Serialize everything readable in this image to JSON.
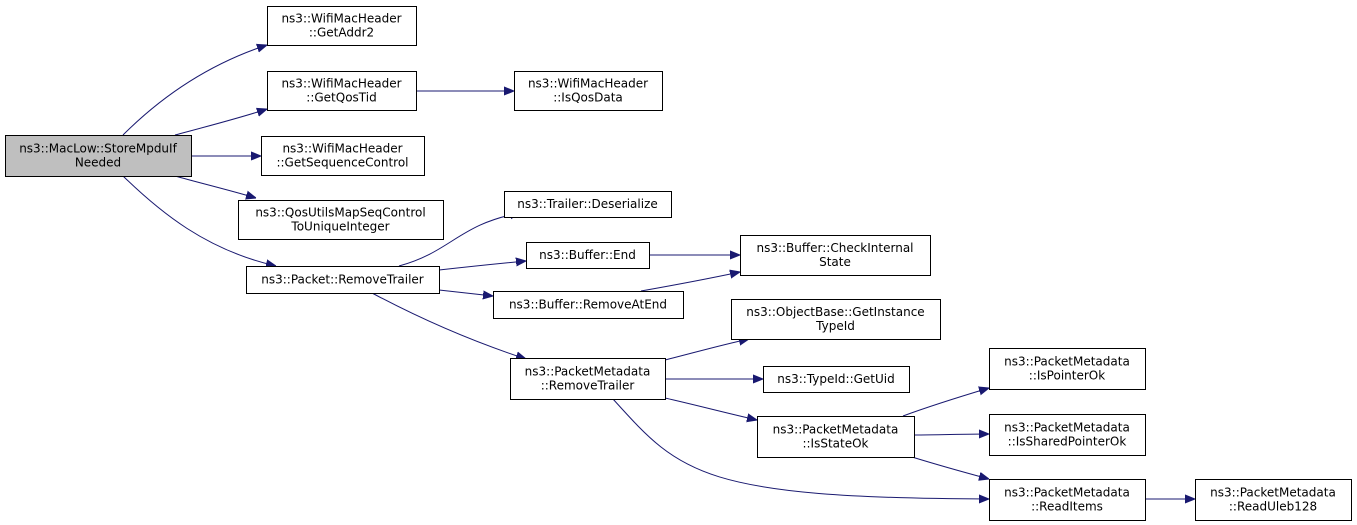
{
  "graph": {
    "colors": {
      "edge": "#191970",
      "root_fill": "#bfbfbf",
      "node_fill": "#ffffff",
      "border": "#000000"
    },
    "nodes": [
      {
        "id": "store_mpdu",
        "root": true,
        "lines": [
          "ns3::MacLow::StoreMpduIf",
          "Needed"
        ]
      },
      {
        "id": "get_addr2",
        "lines": [
          "ns3::WifiMacHeader",
          "::GetAddr2"
        ]
      },
      {
        "id": "get_qos_tid",
        "lines": [
          "ns3::WifiMacHeader",
          "::GetQosTid"
        ]
      },
      {
        "id": "is_qos_data",
        "lines": [
          "ns3::WifiMacHeader",
          "::IsQosData"
        ]
      },
      {
        "id": "get_seq_ctrl",
        "lines": [
          "ns3::WifiMacHeader",
          "::GetSequenceControl"
        ]
      },
      {
        "id": "qos_utils_map",
        "lines": [
          "ns3::QosUtilsMapSeqControl",
          "ToUniqueInteger"
        ]
      },
      {
        "id": "packet_remove_trailer",
        "lines": [
          "ns3::Packet::RemoveTrailer"
        ]
      },
      {
        "id": "trailer_deserialize",
        "lines": [
          "ns3::Trailer::Deserialize"
        ]
      },
      {
        "id": "buffer_end",
        "lines": [
          "ns3::Buffer::End"
        ]
      },
      {
        "id": "buffer_check_state",
        "lines": [
          "ns3::Buffer::CheckInternal",
          "State"
        ]
      },
      {
        "id": "buffer_remove_at_end",
        "lines": [
          "ns3::Buffer::RemoveAtEnd"
        ]
      },
      {
        "id": "objectbase_typeid",
        "lines": [
          "ns3::ObjectBase::GetInstance",
          "TypeId"
        ]
      },
      {
        "id": "pm_remove_trailer",
        "lines": [
          "ns3::PacketMetadata",
          "::RemoveTrailer"
        ]
      },
      {
        "id": "typeid_getuid",
        "lines": [
          "ns3::TypeId::GetUid"
        ]
      },
      {
        "id": "pm_is_pointer_ok",
        "lines": [
          "ns3::PacketMetadata",
          "::IsPointerOk"
        ]
      },
      {
        "id": "pm_is_state_ok",
        "lines": [
          "ns3::PacketMetadata",
          "::IsStateOk"
        ]
      },
      {
        "id": "pm_is_shared_ok",
        "lines": [
          "ns3::PacketMetadata",
          "::IsSharedPointerOk"
        ]
      },
      {
        "id": "pm_read_items",
        "lines": [
          "ns3::PacketMetadata",
          "::ReadItems"
        ]
      },
      {
        "id": "pm_read_uleb",
        "lines": [
          "ns3::PacketMetadata",
          "::ReadUleb128"
        ]
      }
    ],
    "edges": [
      {
        "from": "store_mpdu",
        "to": "get_addr2"
      },
      {
        "from": "store_mpdu",
        "to": "get_qos_tid"
      },
      {
        "from": "store_mpdu",
        "to": "get_seq_ctrl"
      },
      {
        "from": "store_mpdu",
        "to": "qos_utils_map"
      },
      {
        "from": "store_mpdu",
        "to": "packet_remove_trailer"
      },
      {
        "from": "get_qos_tid",
        "to": "is_qos_data"
      },
      {
        "from": "packet_remove_trailer",
        "to": "trailer_deserialize"
      },
      {
        "from": "packet_remove_trailer",
        "to": "buffer_end"
      },
      {
        "from": "packet_remove_trailer",
        "to": "buffer_remove_at_end"
      },
      {
        "from": "packet_remove_trailer",
        "to": "pm_remove_trailer"
      },
      {
        "from": "buffer_end",
        "to": "buffer_check_state"
      },
      {
        "from": "buffer_remove_at_end",
        "to": "buffer_check_state"
      },
      {
        "from": "pm_remove_trailer",
        "to": "objectbase_typeid"
      },
      {
        "from": "pm_remove_trailer",
        "to": "typeid_getuid"
      },
      {
        "from": "pm_remove_trailer",
        "to": "pm_is_state_ok"
      },
      {
        "from": "pm_remove_trailer",
        "to": "pm_read_items"
      },
      {
        "from": "pm_is_state_ok",
        "to": "pm_is_pointer_ok"
      },
      {
        "from": "pm_is_state_ok",
        "to": "pm_is_shared_ok"
      },
      {
        "from": "pm_is_state_ok",
        "to": "pm_read_items"
      },
      {
        "from": "pm_read_items",
        "to": "pm_read_uleb"
      }
    ]
  }
}
